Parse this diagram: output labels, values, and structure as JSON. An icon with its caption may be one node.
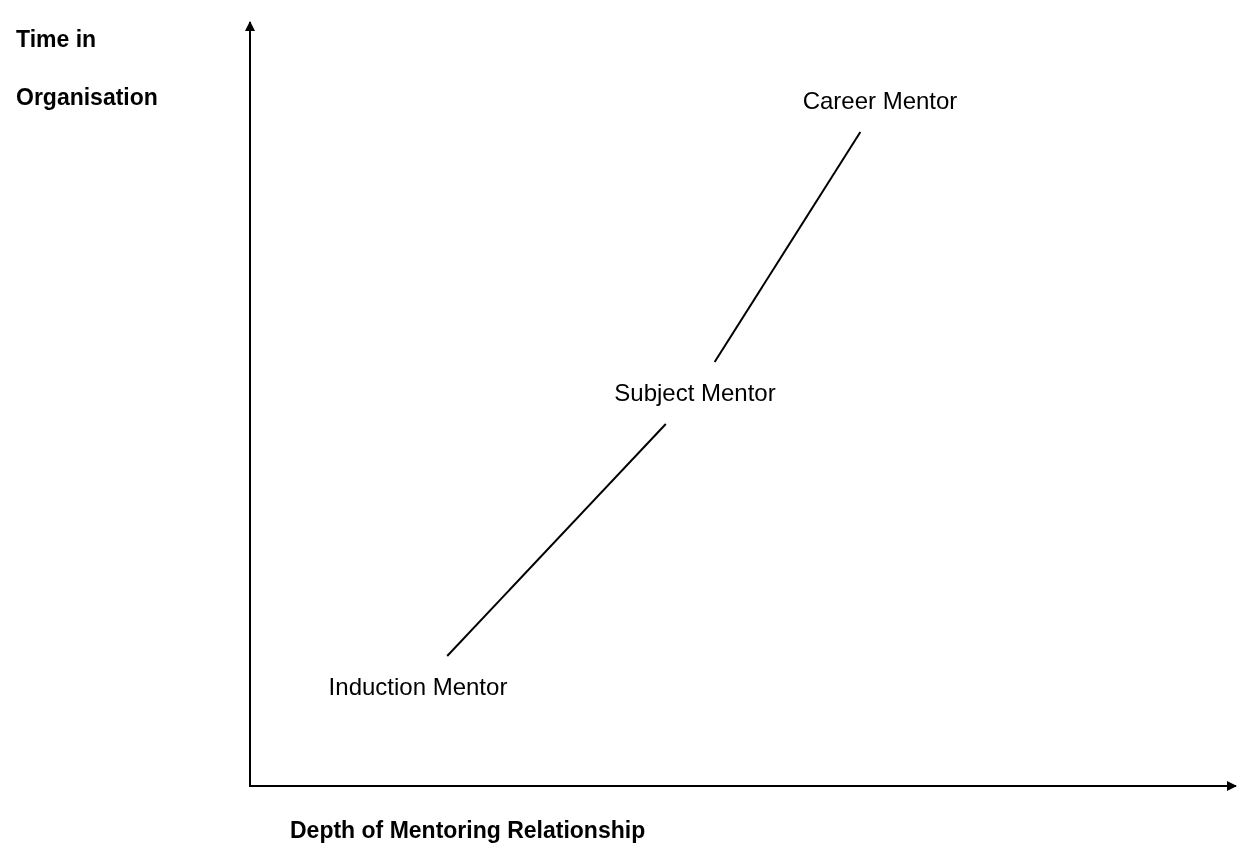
{
  "diagram": {
    "nodes": [
      {
        "text": [
          "Career Mentor"
        ]
      },
      {
        "text": [
          "Subject Mentor"
        ]
      },
      {
        "text": [
          "Induction Mentor"
        ]
      }
    ],
    "edges": [
      {
        "from": 2,
        "to": 1,
        "arrow": "none"
      },
      {
        "from": 1,
        "to": 0,
        "arrow": "none"
      }
    ],
    "labels": [
      "Time in Organisation",
      "Depth of Mentoring Relationship"
    ]
  }
}
